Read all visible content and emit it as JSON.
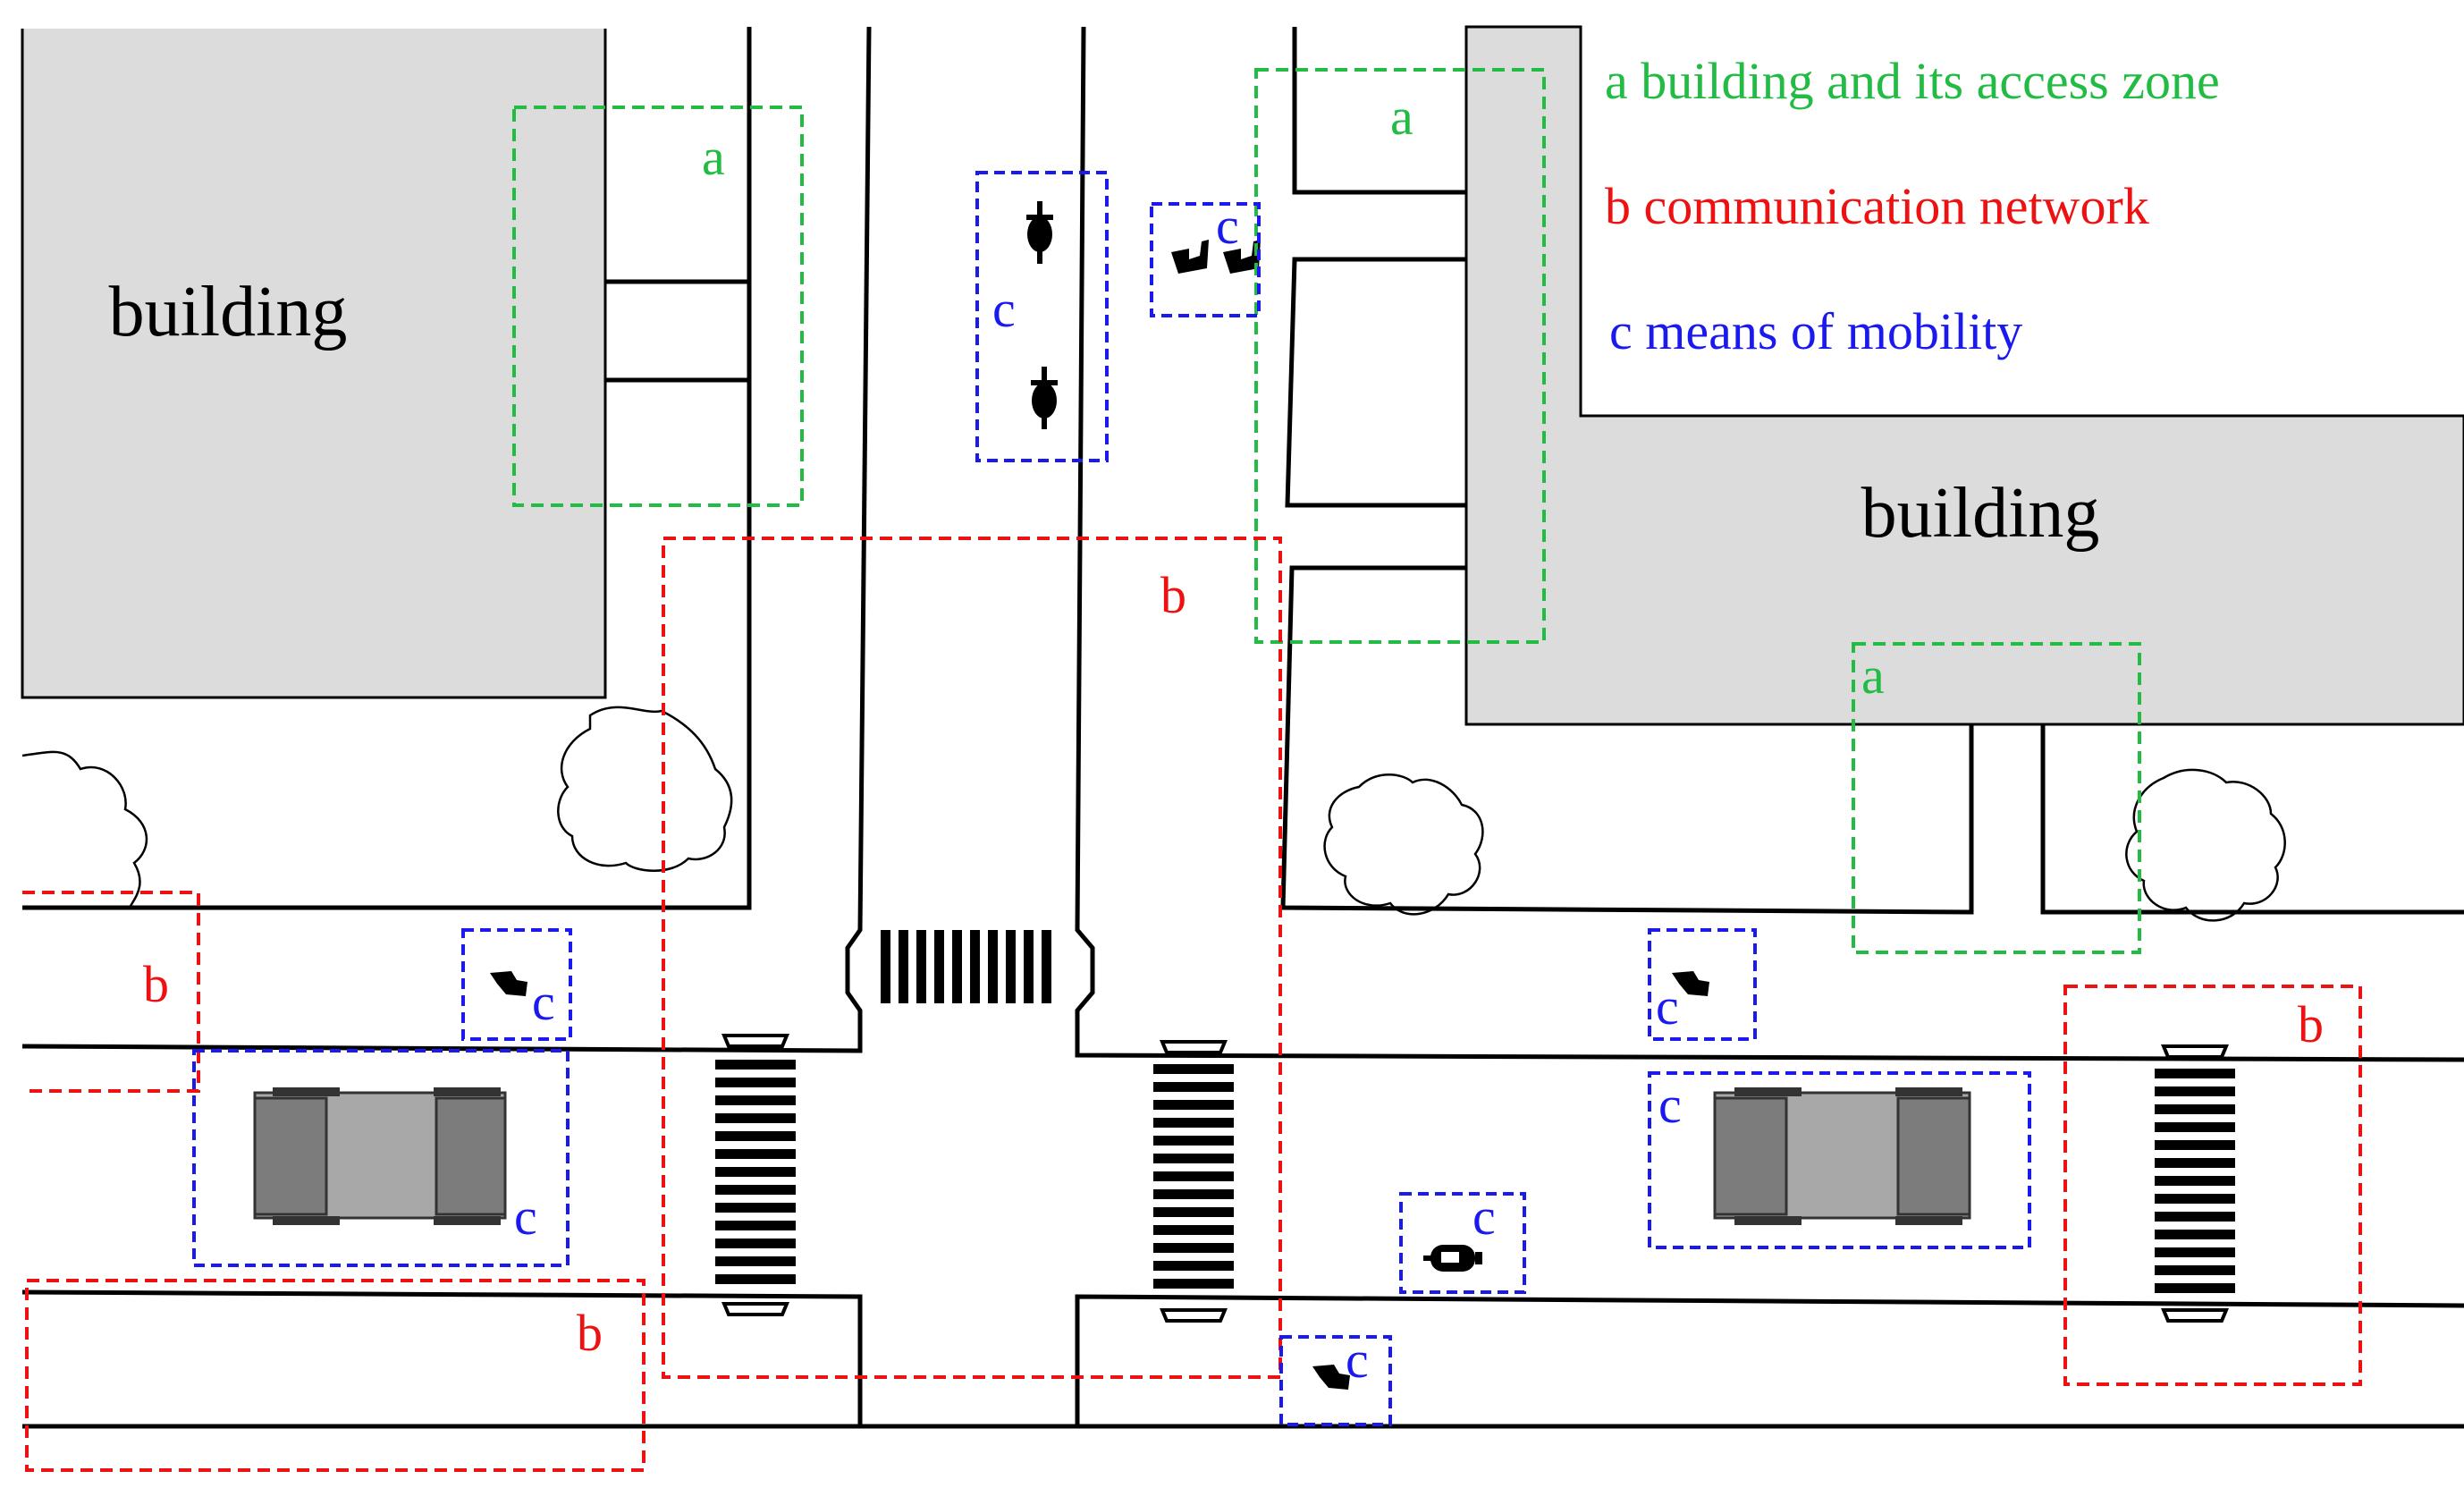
{
  "legend": {
    "a": "a building and its access zone",
    "b": "b communication network",
    "c": "c means of mobility"
  },
  "buildings": {
    "left_label": "building",
    "right_label": "building"
  },
  "zone_letters": {
    "a": "a",
    "b": "b",
    "c": "c"
  },
  "colors": {
    "a": "#22bb44",
    "b": "#ee1111",
    "c": "#1a1aee",
    "building_fill": "#dcdcdc",
    "road_line": "#000000"
  },
  "icons": {
    "car": "car-icon",
    "bicycle": "bicycle-icon",
    "scooter": "scooter-icon",
    "pedestrian": "pedestrian-icon",
    "tree": "tree-icon",
    "crosswalk": "crosswalk-stripes"
  }
}
